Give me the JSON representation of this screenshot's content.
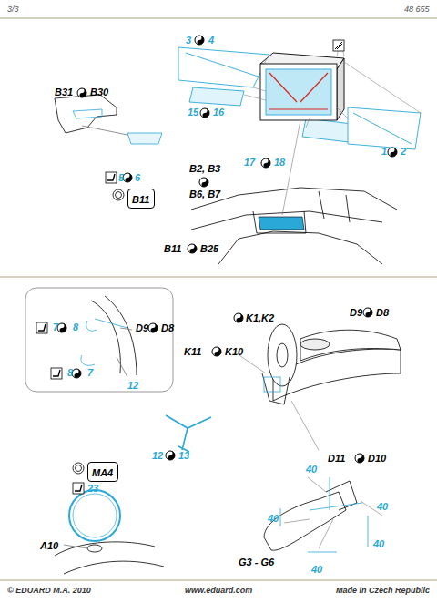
{
  "diagram": {
    "nodes": [
      {
        "text": [
          "7",
          "8",
          "8",
          "7"
        ]
      },
      {
        "text": [
          "B11"
        ]
      },
      {
        "text": [
          "MA4"
        ]
      }
    ],
    "labels": [
      "3/3",
      "48 655",
      "3",
      "4",
      "B31",
      "B30",
      "15",
      "16",
      "B2, B3",
      "B6, B7",
      "17",
      "18",
      "1",
      "2",
      "5",
      "6",
      "B11",
      "B25",
      "D9",
      "D8",
      "12",
      "K1,K2",
      "D9",
      "D8",
      "K11",
      "K10",
      "12",
      "13",
      "D11",
      "D10",
      "23",
      "A10",
      "40",
      "40",
      "40",
      "40",
      "40",
      "G3 - G6",
      "© EDUARD  M.A. 2010",
      "www.eduard.com",
      "Made in Czech Republic"
    ]
  }
}
